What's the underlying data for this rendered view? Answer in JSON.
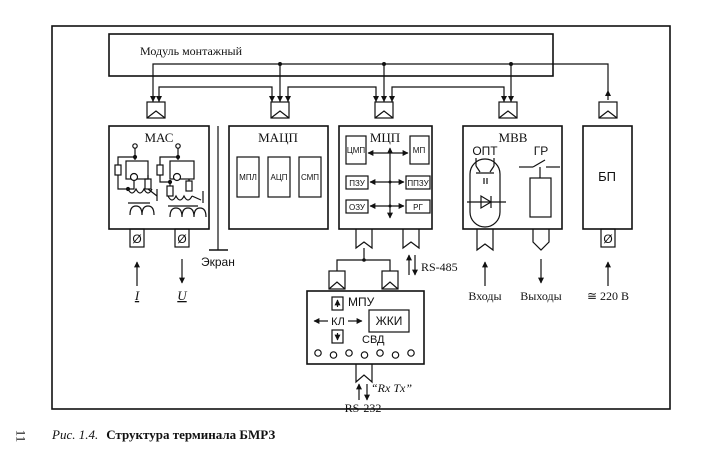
{
  "figure": {
    "caption_number": "Рис. 1.4.",
    "caption_text": "Структура терминала БМРЗ",
    "page_number": "11"
  },
  "mounting_module": {
    "label": "Модуль монтажный"
  },
  "modules": {
    "mas": {
      "title": "МАС",
      "inputs": [
        "I",
        "U"
      ],
      "terminal_symbol": "Ø"
    },
    "matsp": {
      "title": "МАЦП",
      "blocks": [
        "МПЛ",
        "АЦП",
        "СМП"
      ]
    },
    "mtsp": {
      "title": "МЦП",
      "blocks": [
        "ЦМП",
        "МП",
        "ПЗУ",
        "ППЗУ",
        "ОЗУ",
        "РГ"
      ]
    },
    "mvv": {
      "title": "МВВ",
      "optocoupler_label": "ОПТ",
      "relay_label": "ГР",
      "inputs_label": "Входы",
      "outputs_label": "Выходы"
    },
    "bp": {
      "title": "БП",
      "power_label": "≅ 220 В",
      "terminal_symbol": "Ø"
    },
    "mpu": {
      "title": "МПУ",
      "keyboard_label": "КЛ",
      "lcd_label": "ЖКИ",
      "leds_label": "СВД",
      "led_count": 7,
      "rs232_label": "RS-232",
      "rxtx_label": "“Rx Tx”"
    }
  },
  "labels": {
    "screen": "Экран",
    "rs485": "RS-485"
  }
}
